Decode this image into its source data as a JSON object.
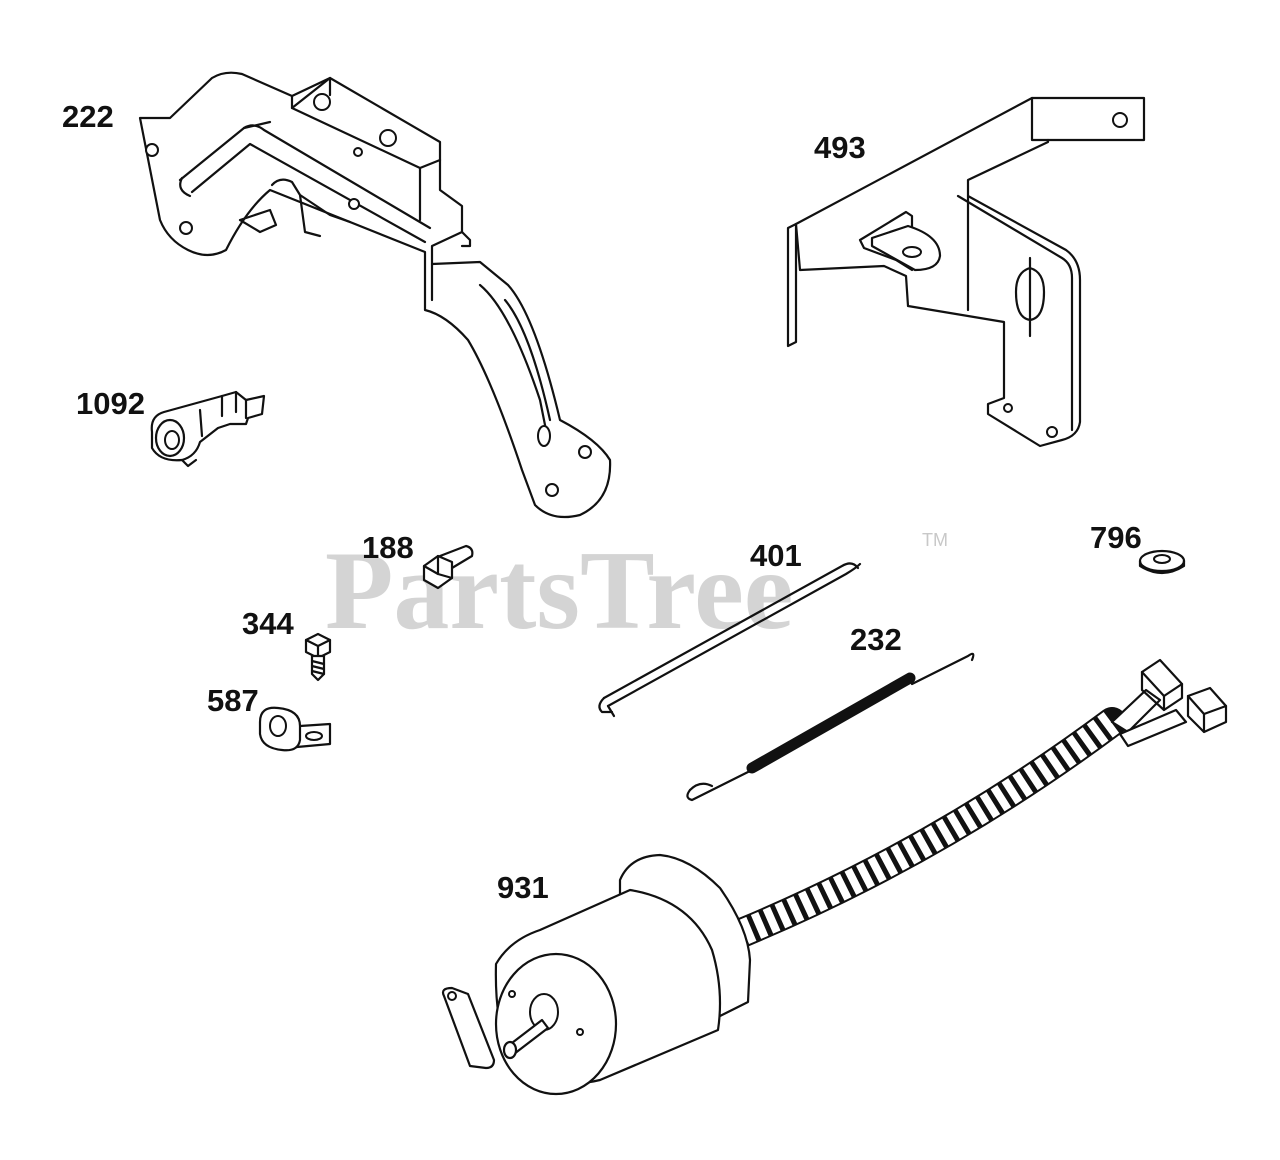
{
  "watermark": {
    "text": "PartsTree",
    "trademark": "TM"
  },
  "colors": {
    "line": "#111111",
    "watermark": "#d4d4d4",
    "background": "#ffffff"
  },
  "parts": [
    {
      "id": "222",
      "label": "222"
    },
    {
      "id": "493",
      "label": "493"
    },
    {
      "id": "1092",
      "label": "1092"
    },
    {
      "id": "188",
      "label": "188"
    },
    {
      "id": "401",
      "label": "401"
    },
    {
      "id": "796",
      "label": "796"
    },
    {
      "id": "344",
      "label": "344"
    },
    {
      "id": "232",
      "label": "232"
    },
    {
      "id": "587",
      "label": "587"
    },
    {
      "id": "931",
      "label": "931"
    }
  ]
}
